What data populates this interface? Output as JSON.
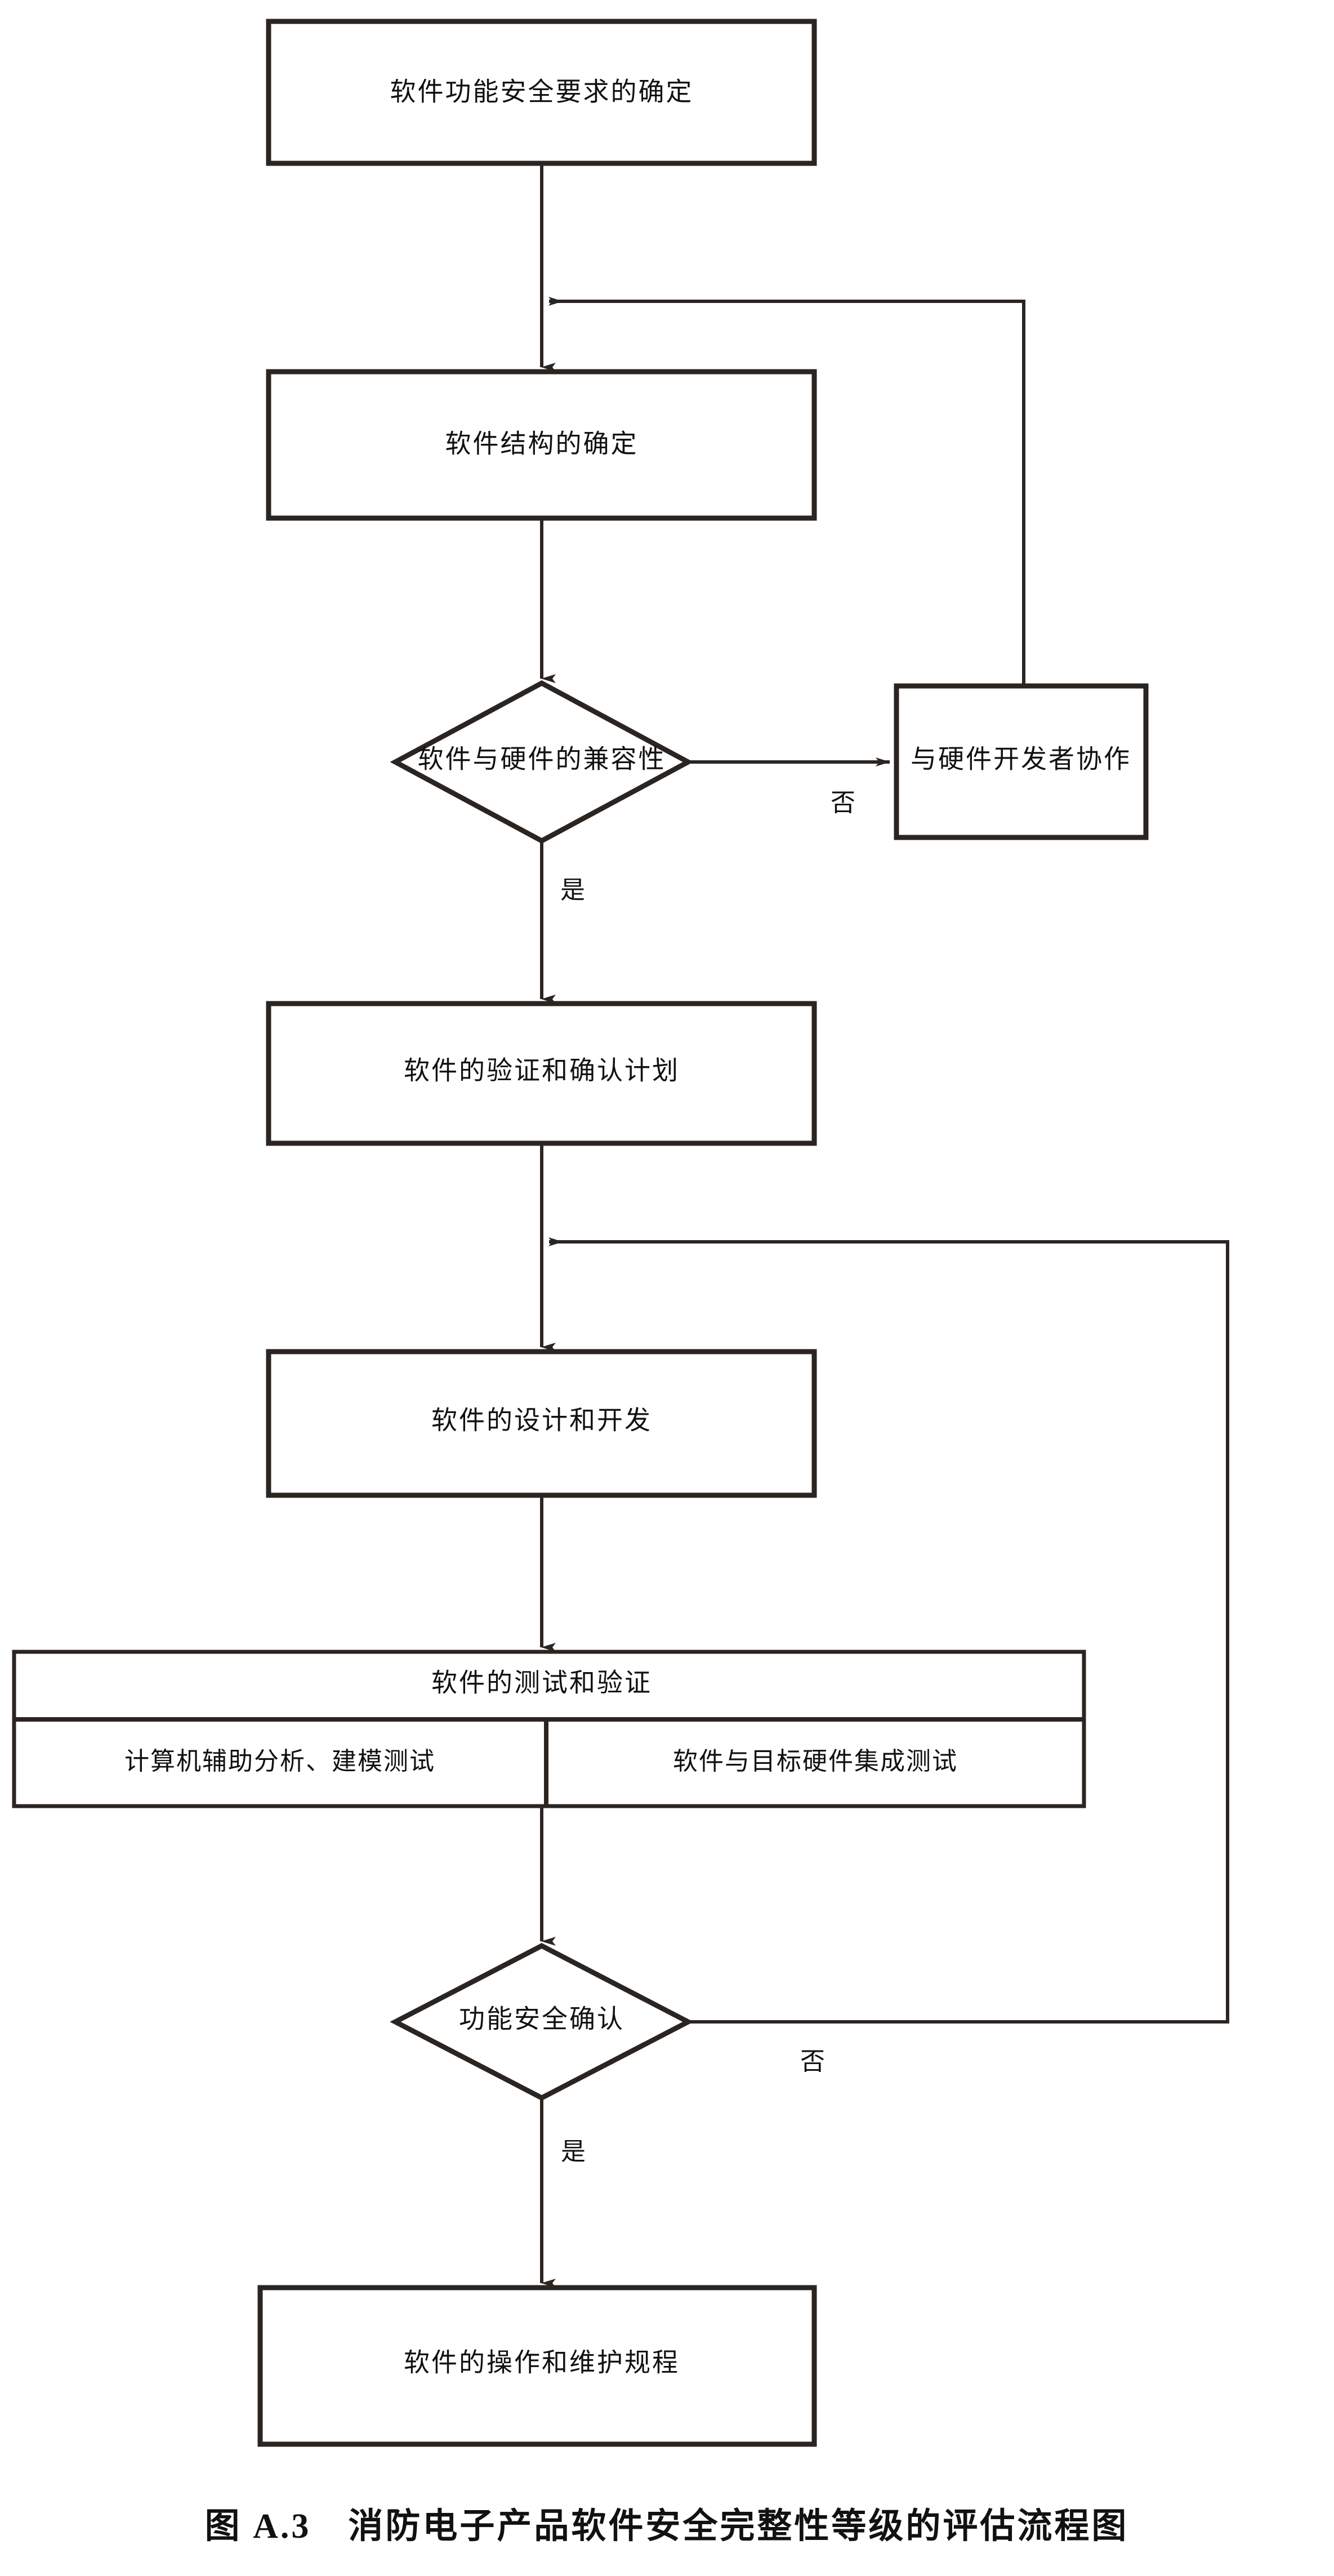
{
  "figure": {
    "caption_number": "图 A.3",
    "caption_title": "消防电子产品软件安全完整性等级的评估流程图",
    "caption_full": "图 A.3　消防电子产品软件安全完整性等级的评估流程图",
    "line_color": "#2b2522",
    "text_color": "#111111",
    "background_color": "#ffffff"
  },
  "chart_data": {
    "type": "diagram",
    "title": "消防电子产品软件安全完整性等级的评估流程图",
    "nodes": [
      {
        "id": "n1",
        "shape": "process",
        "label": "软件功能安全要求的确定"
      },
      {
        "id": "n2",
        "shape": "process",
        "label": "软件结构的确定"
      },
      {
        "id": "d1",
        "shape": "decision",
        "label": "软件与硬件的兼容性"
      },
      {
        "id": "n3",
        "shape": "process",
        "label": "与硬件开发者协作"
      },
      {
        "id": "n4",
        "shape": "process",
        "label": "软件的验证和确认计划"
      },
      {
        "id": "n5",
        "shape": "process",
        "label": "软件的设计和开发"
      },
      {
        "id": "n6",
        "shape": "process-group",
        "label": "软件的测试和验证",
        "children": [
          {
            "id": "n6a",
            "label": "计算机辅助分析、建模测试"
          },
          {
            "id": "n6b",
            "label": "软件与目标硬件集成测试"
          }
        ]
      },
      {
        "id": "d2",
        "shape": "decision",
        "label": "功能安全确认"
      },
      {
        "id": "n7",
        "shape": "process",
        "label": "软件的操作和维护规程"
      }
    ],
    "edges": [
      {
        "from": "n1",
        "to": "n2",
        "label": ""
      },
      {
        "from": "n2",
        "to": "d1",
        "label": ""
      },
      {
        "from": "d1",
        "to": "n3",
        "label": "否"
      },
      {
        "from": "n3",
        "to": "n2",
        "label": ""
      },
      {
        "from": "d1",
        "to": "n4",
        "label": "是"
      },
      {
        "from": "n4",
        "to": "n5",
        "label": ""
      },
      {
        "from": "n5",
        "to": "n6",
        "label": ""
      },
      {
        "from": "n6",
        "to": "d2",
        "label": ""
      },
      {
        "from": "d2",
        "to": "n5",
        "label": "否"
      },
      {
        "from": "d2",
        "to": "n7",
        "label": "是"
      }
    ]
  },
  "labels": {
    "n1": "软件功能安全要求的确定",
    "n2": "软件结构的确定",
    "d1": "软件与硬件的兼容性",
    "n3": "与硬件开发者协作",
    "n4": "软件的验证和确认计划",
    "n5": "软件的设计和开发",
    "n6": "软件的测试和验证",
    "n6a": "计算机辅助分析、建模测试",
    "n6b": "软件与目标硬件集成测试",
    "d2": "功能安全确认",
    "n7": "软件的操作和维护规程"
  },
  "edge_labels": {
    "d1_no": "否",
    "d1_yes": "是",
    "d2_no": "否",
    "d2_yes": "是"
  }
}
